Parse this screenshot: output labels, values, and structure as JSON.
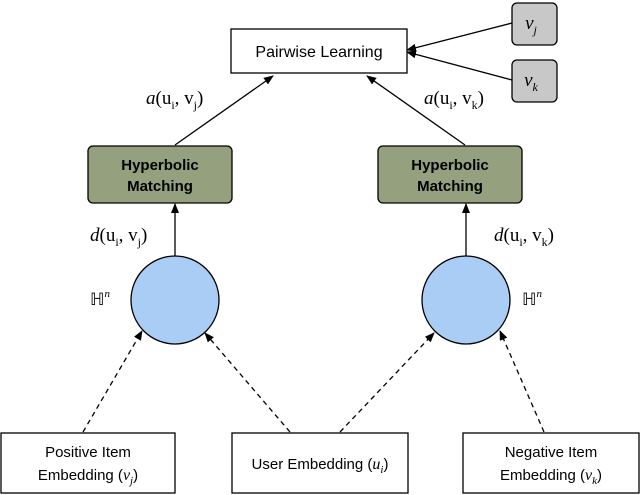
{
  "diagram": {
    "pairwise_learning": "Pairwise Learning",
    "items": {
      "vj": {
        "base": "v",
        "sub": "j"
      },
      "vk": {
        "base": "v",
        "sub": "k"
      }
    },
    "matching": {
      "left": {
        "line1": "Hyperbolic",
        "line2": "Matching"
      },
      "right": {
        "line1": "Hyperbolic",
        "line2": "Matching"
      }
    },
    "edge_labels": {
      "a_left": {
        "fn": "a",
        "args": "(u",
        "sub1": "i",
        "mid": ", v",
        "sub2": "j",
        "end": ")"
      },
      "a_right": {
        "fn": "a",
        "args": "(u",
        "sub1": "i",
        "mid": ", v",
        "sub2": "k",
        "end": ")"
      },
      "d_left": {
        "fn": "d",
        "args": "(u",
        "sub1": "i",
        "mid": ", v",
        "sub2": "j",
        "end": ")"
      },
      "d_right": {
        "fn": "d",
        "args": "(u",
        "sub1": "i",
        "mid": ", v",
        "sub2": "k",
        "end": ")"
      }
    },
    "space": {
      "left": {
        "base": "ℍ",
        "sup": "n"
      },
      "right": {
        "base": "ℍ",
        "sup": "n"
      }
    },
    "embeddings": {
      "positive": {
        "line1": "Positive Item",
        "line2": "Embedding (",
        "var": "v",
        "sub": "j",
        "end": ")"
      },
      "user": {
        "line1": "User Embedding (",
        "var": "u",
        "sub": "i",
        "end": ")"
      },
      "negative": {
        "line1": "Negative Item",
        "line2": "Embedding (",
        "var": "v",
        "sub": "k",
        "end": ")"
      }
    },
    "colors": {
      "matching_fill": "#95a07e",
      "circle_fill": "#a9cdf5",
      "item_fill": "#c8c8c8",
      "stroke": "#000000"
    }
  }
}
